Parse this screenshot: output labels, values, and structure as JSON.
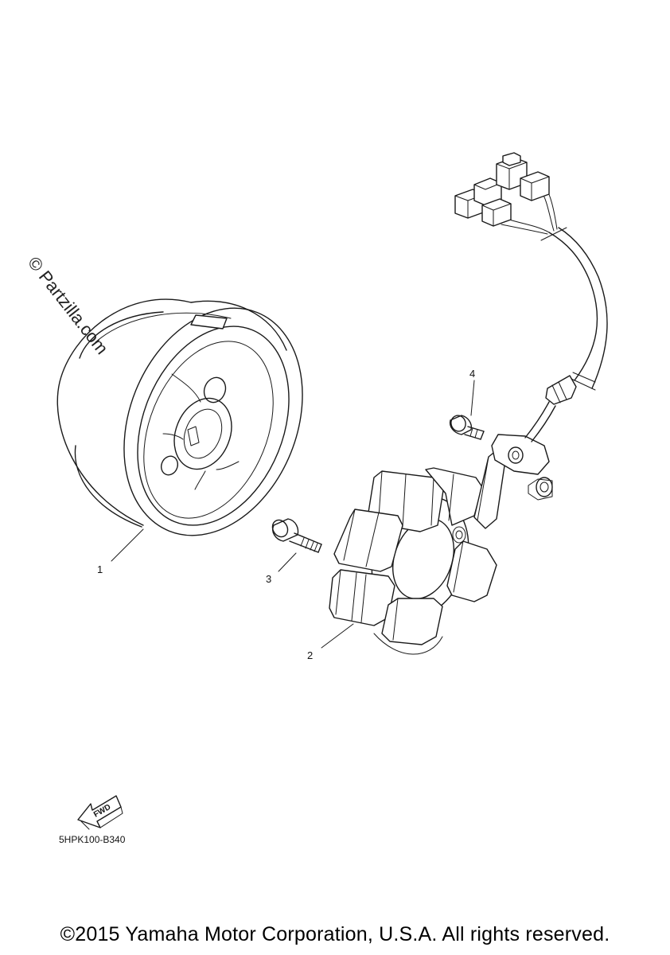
{
  "watermark": "© Partzilla.com",
  "callouts": {
    "c1": "1",
    "c2": "2",
    "c3": "3",
    "c4": "4"
  },
  "fwd_label": "FWD",
  "diagram_code": "5HPK100-B340",
  "copyright": "©2015 Yamaha Motor Corporation, U.S.A. All rights reserved."
}
